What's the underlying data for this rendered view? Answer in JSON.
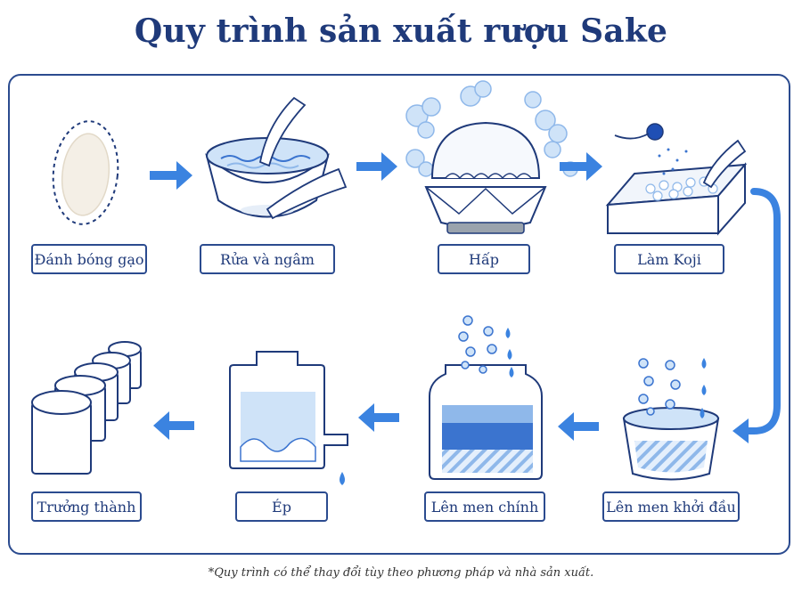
{
  "title": "Quy trình sản xuất rượu Sake",
  "steps": [
    {
      "label": "Đánh bóng gạo"
    },
    {
      "label": "Rửa và ngâm"
    },
    {
      "label": "Hấp"
    },
    {
      "label": "Làm Koji"
    },
    {
      "label": "Lên men khởi đầu"
    },
    {
      "label": "Lên men chính"
    },
    {
      "label": "Ép"
    },
    {
      "label": "Trưởng thành"
    }
  ],
  "footnote": "*Quy trình có thể thay đổi tùy theo phương pháp và nhà sản xuất.",
  "colors": {
    "navy": "#1f3a7a",
    "line": "#2b4b8f",
    "arrow": "#3b83e0",
    "water_light": "#cfe3f8",
    "water_mid": "#8fb8ea",
    "water_dark": "#3b74cf"
  }
}
